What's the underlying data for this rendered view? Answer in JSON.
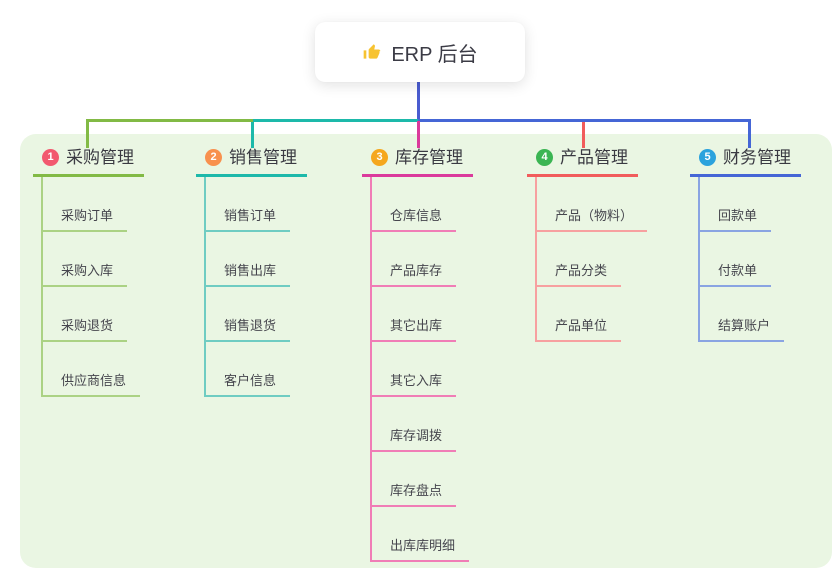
{
  "root": {
    "icon": "thumbs-up-icon",
    "icon_color": "#f7c331",
    "title": "ERP 后台"
  },
  "panel": {
    "bg": "#eaf6e3"
  },
  "connector_colors": {
    "root_line": "#4a5cd0",
    "green": "#82ba45",
    "teal": "#1db9aa",
    "magenta": "#db3a9c",
    "red": "#f15c5c",
    "blue": "#4566d6"
  },
  "branches": [
    {
      "num": "1",
      "label": "采购管理",
      "badge_color": "#f2596f",
      "line_color": "#82ba45",
      "child_line_color": "#abd284",
      "children": [
        "采购订单",
        "采购入库",
        "采购退货",
        "供应商信息"
      ]
    },
    {
      "num": "2",
      "label": "销售管理",
      "badge_color": "#f8914e",
      "line_color": "#1db9aa",
      "child_line_color": "#6fccc2",
      "children": [
        "销售订单",
        "销售出库",
        "销售退货",
        "客户信息"
      ]
    },
    {
      "num": "3",
      "label": "库存管理",
      "badge_color": "#f5a71e",
      "line_color": "#db3a9c",
      "child_line_color": "#f07db6",
      "children": [
        "仓库信息",
        "产品库存",
        "其它出库",
        "其它入库",
        "库存调拨",
        "库存盘点",
        "出库库明细"
      ]
    },
    {
      "num": "4",
      "label": "产品管理",
      "badge_color": "#3bb553",
      "line_color": "#f15c5c",
      "child_line_color": "#f7a0a0",
      "children": [
        "产品（物料）",
        "产品分类",
        "产品单位"
      ]
    },
    {
      "num": "5",
      "label": "财务管理",
      "badge_color": "#2ba2dd",
      "line_color": "#4566d6",
      "child_line_color": "#8aa4e2",
      "children": [
        "回款单",
        "付款单",
        "结算账户"
      ]
    }
  ]
}
